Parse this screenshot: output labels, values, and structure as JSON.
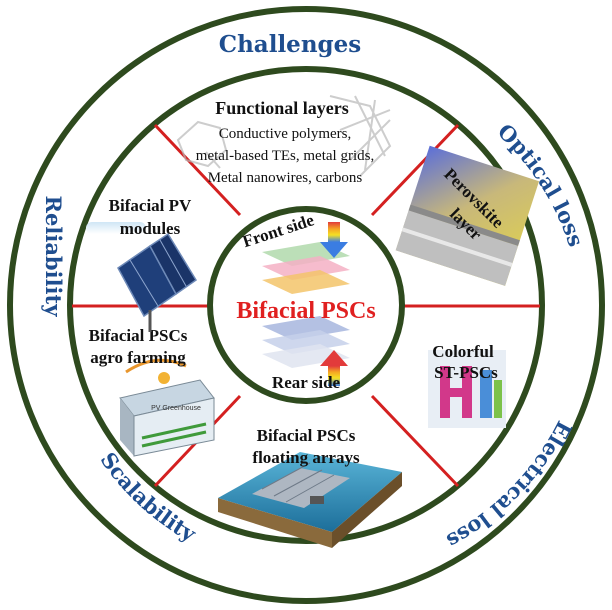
{
  "outer_ring": {
    "challenges": "Challenges",
    "optical_loss": "Optical loss",
    "electrical_loss": "Electrical loss",
    "scalability": "Scalability",
    "reliability": "Reliability"
  },
  "segments": {
    "functional_layers": {
      "title": "Functional layers",
      "lines": [
        "Conductive polymers,",
        "metal-based TEs, metal grids,",
        "Metal nanowires, carbons"
      ]
    },
    "perovskite": {
      "lines": [
        "Perovskite",
        "layer"
      ]
    },
    "colorful": {
      "lines": [
        "Colorful",
        "ST-PSCs"
      ]
    },
    "floating": {
      "lines": [
        "Bifacial PSCs",
        "floating arrays"
      ]
    },
    "agro": {
      "lines": [
        "Bifacial PSCs",
        "agro farming"
      ],
      "caption": "PV Greenhouse"
    },
    "pv_modules": {
      "lines": [
        "Bifacial PV",
        "modules"
      ]
    }
  },
  "center": {
    "title": "Bifacial PSCs",
    "front": "Front side",
    "rear": "Rear side"
  },
  "colors": {
    "ring": "#2e4a1e",
    "divider": "#d42020",
    "label": "#1f4e8f",
    "center_title": "#e02020"
  }
}
